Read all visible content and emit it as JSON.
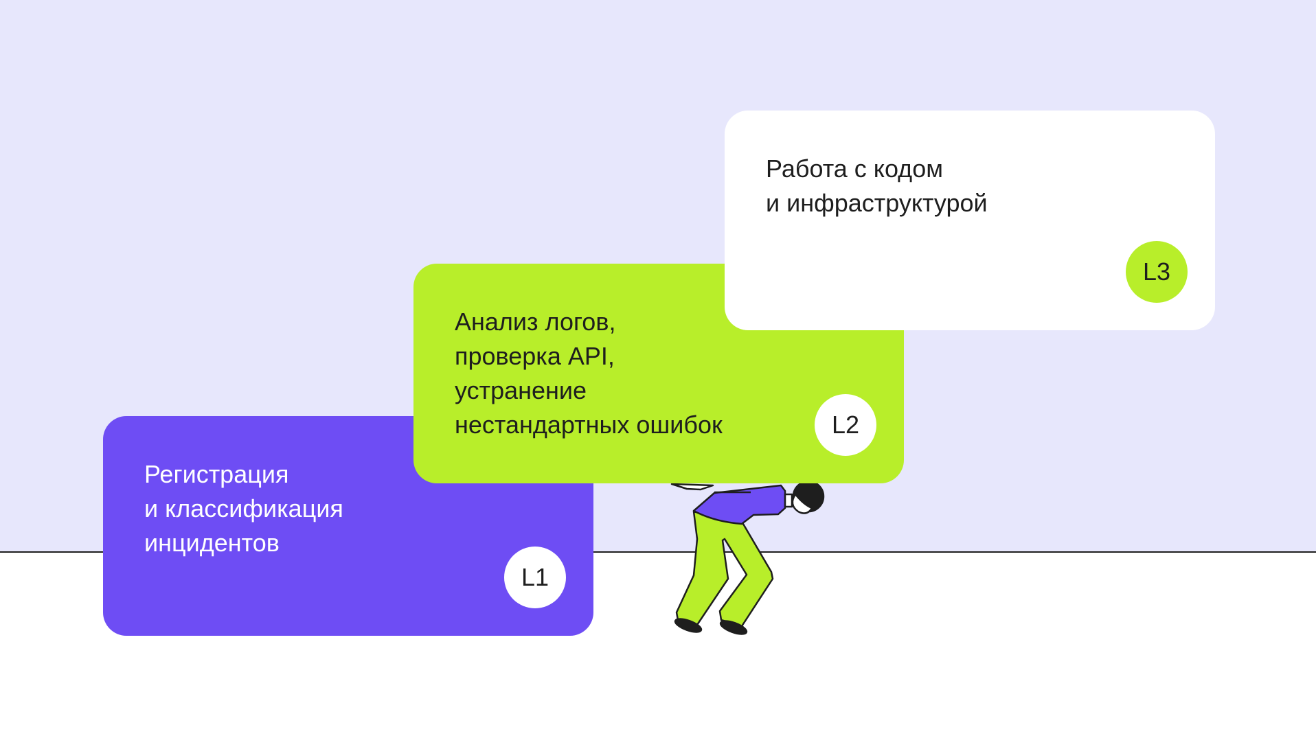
{
  "levels": [
    {
      "badge": "L1",
      "text": "Регистрация\nи классификация\nинцидентов",
      "color": "#6e4df4"
    },
    {
      "badge": "L2",
      "text": "Анализ логов,\nпроверка API,\nустранение\nнестандартных ошибок",
      "color": "#b8ee2a"
    },
    {
      "badge": "L3",
      "text": "Работа с кодом\nи инфраструктурой",
      "color": "#ffffff"
    }
  ]
}
